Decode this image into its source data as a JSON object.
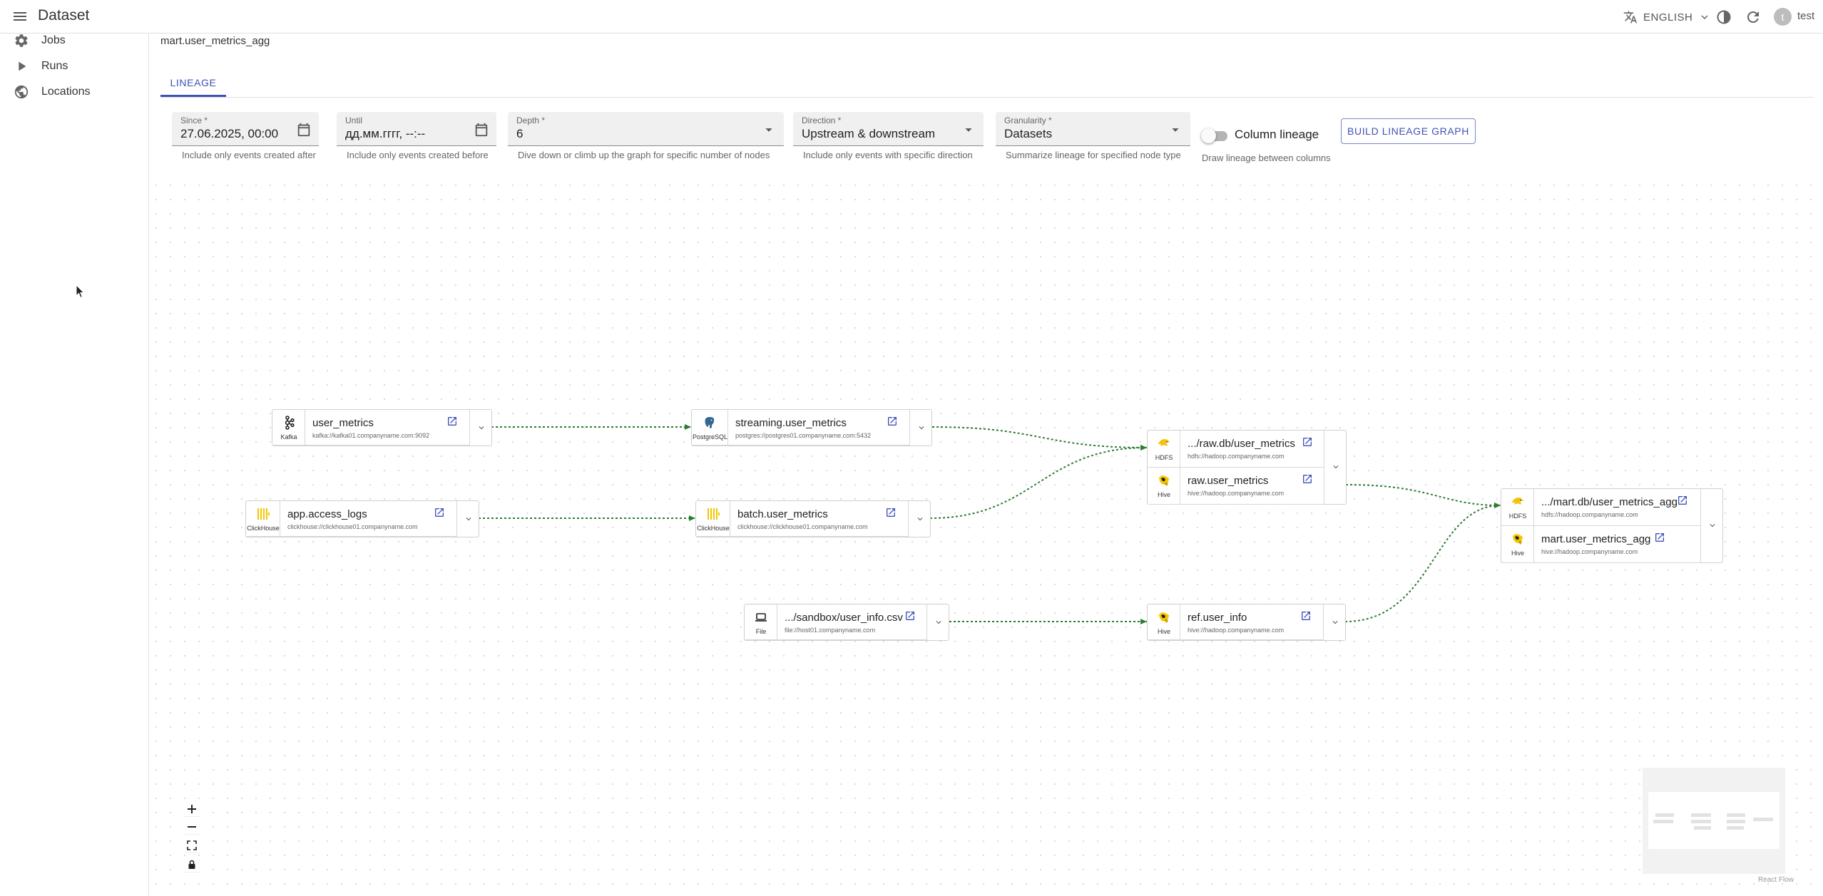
{
  "app": {
    "title": "Dataset"
  },
  "header": {
    "language": "ENGLISH",
    "user_initial": "t",
    "user_name": "test"
  },
  "sidebar": {
    "items": [
      {
        "label": "Jobs",
        "icon": "gear-icon"
      },
      {
        "label": "Runs",
        "icon": "play-icon"
      },
      {
        "label": "Locations",
        "icon": "globe-icon"
      }
    ]
  },
  "page": {
    "dataset_name": "mart.user_metrics_agg",
    "tab": "LINEAGE"
  },
  "filters": {
    "since": {
      "label": "Since *",
      "value": "27.06.2025, 00:00",
      "helper": "Include only events created after"
    },
    "until": {
      "label": "Until",
      "value": "дд.мм.гггг, --:--",
      "helper": "Include only events created before"
    },
    "depth": {
      "label": "Depth *",
      "value": "6",
      "helper": "Dive down or climb up the graph for specific number of nodes"
    },
    "direction": {
      "label": "Direction *",
      "value": "Upstream & downstream",
      "helper": "Include only events with specific direction"
    },
    "granularity": {
      "label": "Granularity *",
      "value": "Datasets",
      "helper": "Summarize lineage for specified node type"
    },
    "column_lineage": {
      "label": "Column lineage",
      "helper": "Draw lineage between columns",
      "enabled": false
    },
    "build_button": "BUILD LINEAGE GRAPH"
  },
  "graph": {
    "nodes": {
      "kafka_user_metrics": {
        "type": "Kafka",
        "name": "user_metrics",
        "location": "kafka://kafka01.companyname.com:9092"
      },
      "pg_streaming": {
        "type": "PostgreSQL",
        "name": "streaming.user_metrics",
        "location": "postgres://postgres01.companyname.com:5432"
      },
      "ch_access_logs": {
        "type": "ClickHouse",
        "name": "app.access_logs",
        "location": "clickhouse://clickhouse01.companyname.com"
      },
      "ch_batch": {
        "type": "ClickHouse",
        "name": "batch.user_metrics",
        "location": "clickhouse://clickhouse01.companyname.com"
      },
      "raw_group": [
        {
          "type": "HDFS",
          "name": ".../raw.db/user_metrics",
          "location": "hdfs://hadoop.companyname.com"
        },
        {
          "type": "Hive",
          "name": "raw.user_metrics",
          "location": "hive://hadoop.companyname.com"
        }
      ],
      "file_user_info": {
        "type": "File",
        "name": ".../sandbox/user_info.csv",
        "location": "file://host01.companyname.com"
      },
      "hive_ref": {
        "type": "Hive",
        "name": "ref.user_info",
        "location": "hive://hadoop.companyname.com"
      },
      "mart_group": [
        {
          "type": "HDFS",
          "name": ".../mart.db/user_metrics_agg",
          "location": "hdfs://hadoop.companyname.com"
        },
        {
          "type": "Hive",
          "name": "mart.user_metrics_agg",
          "location": "hive://hadoop.companyname.com"
        }
      ]
    },
    "edge_color": "#2e7d32",
    "attribution": "React Flow"
  },
  "colors": {
    "accent": "#3f51b5",
    "edge": "#2e7d32",
    "hive": "#f7c600",
    "clickhouse": "#f5c400"
  }
}
